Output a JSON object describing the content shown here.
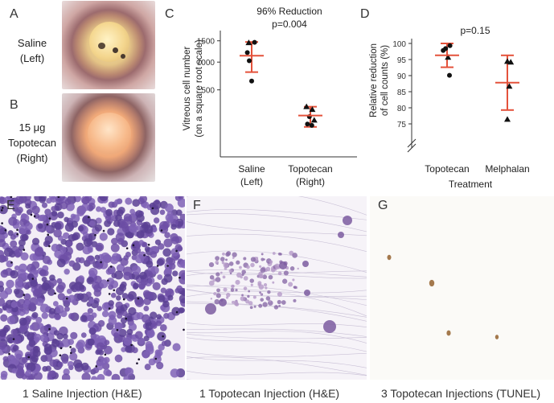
{
  "panels": {
    "A": {
      "letter": "A",
      "label_line1": "Saline",
      "label_line2": "(Left)"
    },
    "B": {
      "letter": "B",
      "label_line1": "15 μg",
      "label_line2": "Topotecan",
      "label_line3": "(Right)"
    },
    "C": {
      "letter": "C"
    },
    "D": {
      "letter": "D"
    },
    "E": {
      "letter": "E",
      "caption": "1 Saline Injection (H&E)"
    },
    "F": {
      "letter": "F",
      "caption": "1 Topotecan Injection (H&E)"
    },
    "G": {
      "letter": "G",
      "caption": "3 Topotecan Injections (TUNEL)"
    }
  },
  "colors": {
    "accent": "#e4523b",
    "marker": "#111111",
    "he_purple": "#6a4a9c",
    "tunel_brown": "#9a6a3a"
  },
  "chart_data": [
    {
      "id": "C",
      "type": "scatter",
      "title": "96% Reduction",
      "subtitle": "p=0.004",
      "ylabel_line1": "Vitreous cell number",
      "ylabel_line2": "(on a square root scale)",
      "categories": [
        {
          "line1": "Saline",
          "line2": "(Left)"
        },
        {
          "line1": "Topotecan",
          "line2": "(Right)"
        }
      ],
      "yticks": [
        500,
        1000,
        1500
      ],
      "ylim": [
        0,
        1600
      ],
      "groups": [
        {
          "mean": 1140,
          "upper": 1470,
          "lower": 800,
          "points": [
            {
              "dx": -0.06,
              "y": 1450,
              "shape": "triangle"
            },
            {
              "dx": 0.06,
              "y": 1460,
              "shape": "circle"
            },
            {
              "dx": -0.09,
              "y": 1210,
              "shape": "circle"
            },
            {
              "dx": -0.05,
              "y": 1030,
              "shape": "circle"
            },
            {
              "dx": 0.0,
              "y": 640,
              "shape": "circle"
            }
          ]
        },
        {
          "mean": 190,
          "upper": 280,
          "lower": 100,
          "points": [
            {
              "dx": -0.08,
              "y": 280,
              "shape": "triangle"
            },
            {
              "dx": 0.04,
              "y": 250,
              "shape": "triangle"
            },
            {
              "dx": -0.02,
              "y": 180,
              "shape": "circle"
            },
            {
              "dx": 0.08,
              "y": 150,
              "shape": "triangle"
            },
            {
              "dx": -0.06,
              "y": 120,
              "shape": "circle"
            },
            {
              "dx": 0.03,
              "y": 110,
              "shape": "circle"
            }
          ]
        }
      ]
    },
    {
      "id": "D",
      "type": "scatter",
      "title": "p=0.15",
      "ylabel_line1": "Relative reduction",
      "ylabel_line2": "of cell counts (%)",
      "xlabel": "Treatment",
      "categories": [
        "Topotecan",
        "Melphalan"
      ],
      "yticks": [
        75,
        80,
        85,
        90,
        95,
        100
      ],
      "ylim": [
        72,
        101
      ],
      "groups": [
        {
          "mean": 96.3,
          "upper": 100,
          "lower": 92.6,
          "points": [
            {
              "dx": 0.06,
              "y": 99.3,
              "shape": "circle"
            },
            {
              "dx": -0.03,
              "y": 98.4,
              "shape": "circle"
            },
            {
              "dx": -0.08,
              "y": 97.8,
              "shape": "circle"
            },
            {
              "dx": 0.02,
              "y": 95.7,
              "shape": "triangle"
            },
            {
              "dx": 0.05,
              "y": 90.1,
              "shape": "circle"
            }
          ]
        },
        {
          "mean": 87.8,
          "upper": 96.3,
          "lower": 79.3,
          "points": [
            {
              "dx": 0.07,
              "y": 94.2,
              "shape": "triangle"
            },
            {
              "dx": 0.0,
              "y": 94.4,
              "shape": "triangle"
            },
            {
              "dx": 0.04,
              "y": 86.7,
              "shape": "triangle"
            },
            {
              "dx": 0.0,
              "y": 76.4,
              "shape": "triangle"
            }
          ]
        }
      ]
    }
  ]
}
